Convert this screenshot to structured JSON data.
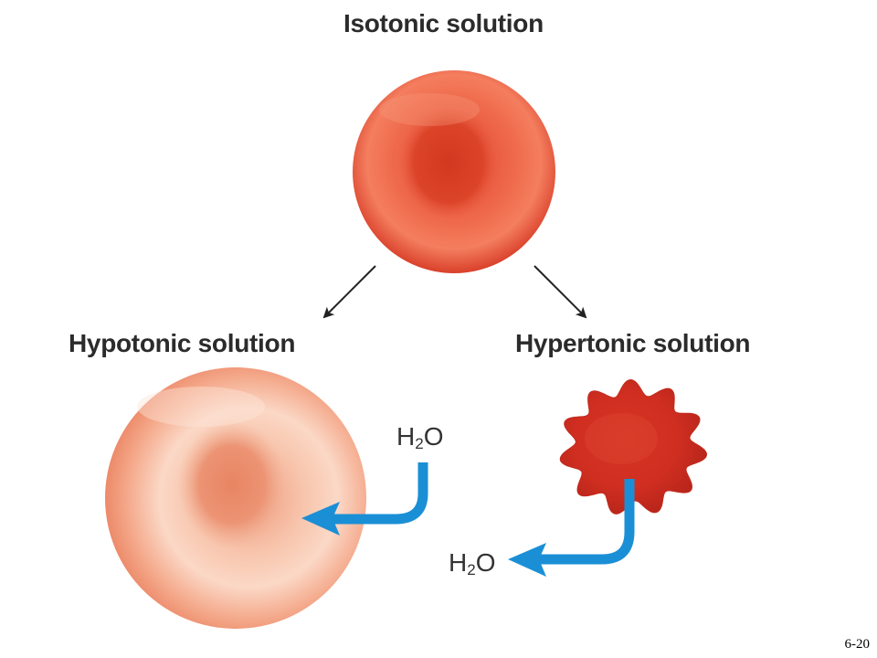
{
  "labels": {
    "isotonic": "Isotonic solution",
    "hypotonic": "Hypotonic solution",
    "hypertonic": "Hypertonic solution"
  },
  "water": {
    "h": "H",
    "sub": "2",
    "o": "O"
  },
  "slide_number": "6-20",
  "colors": {
    "cell_isotonic": "#e8503a",
    "cell_hypotonic": "#f0a58c",
    "cell_hypertonic": "#d83a2a",
    "water_arrow": "#1b8fd6",
    "pointer_arrow": "#222222",
    "text": "#2b2b2b"
  },
  "icons": [
    "red-blood-cell-icon",
    "water-flow-arrow-icon",
    "pointer-arrow-icon"
  ]
}
